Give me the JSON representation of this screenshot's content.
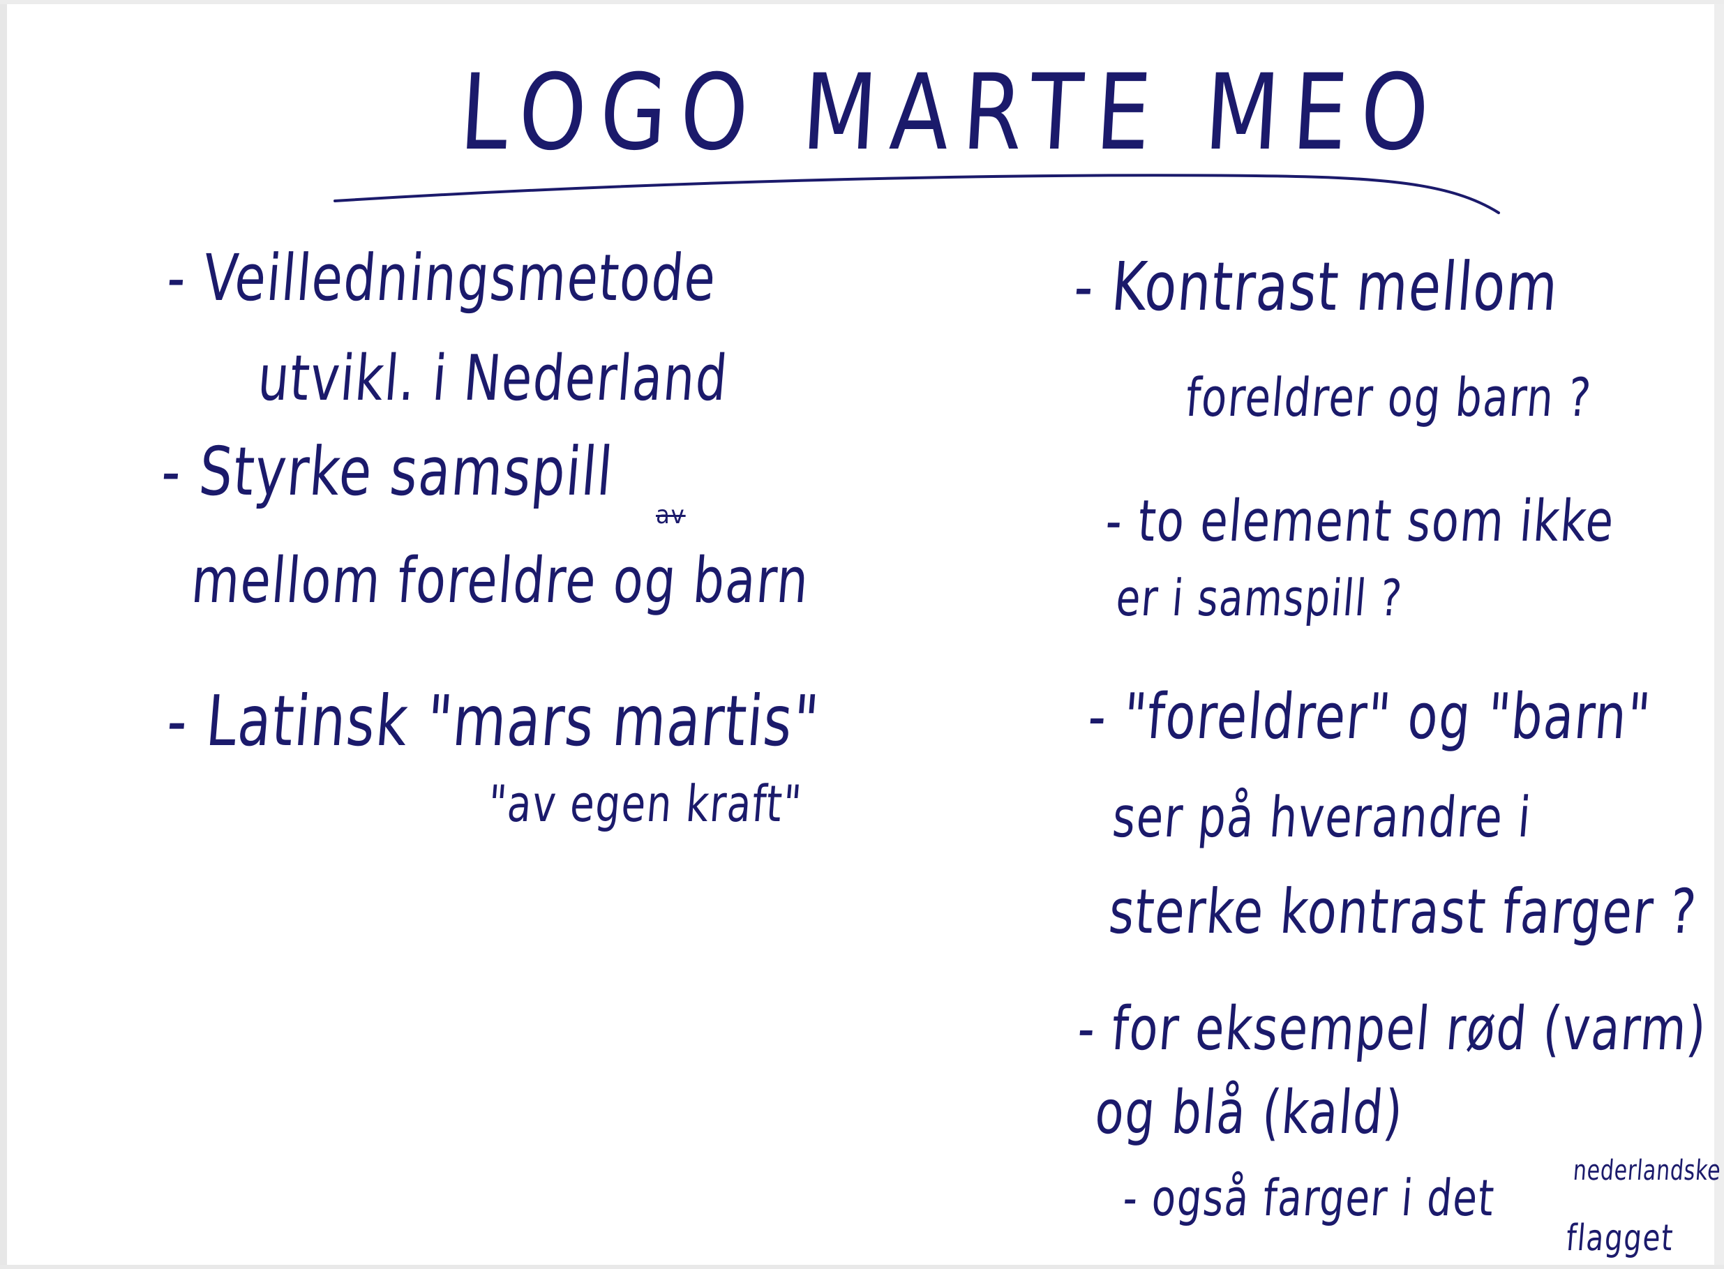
{
  "title": "LOGO MARTE MEO",
  "left_notes": {
    "item1_line1": "- Veilledningsmetode",
    "item1_line2": "utvikl. i Nederland",
    "item2_line1": "- Styrke samspill",
    "item2_struck": "av",
    "item2_line2": "mellom foreldre og barn",
    "item3_line1": "- Latinsk \"mars martis\"",
    "item3_line2": "\"av egen kraft\""
  },
  "right_notes": {
    "item1_line1": "- Kontrast mellom",
    "item1_line2": "foreldrer og barn ?",
    "item2_line1": "- to element som ikke",
    "item2_line2": "er i samspill ?",
    "item3_line1": "- \"foreldrer\" og \"barn\"",
    "item3_line2": "ser på hverandre i",
    "item3_line3": "sterke kontrast farger ?",
    "item4_line1": "- for eksempel rød (varm)",
    "item4_line2": "og blå (kald)",
    "item5_line1": "- også farger i det",
    "item5_note1": "nederlandske",
    "item5_note2": "flagget"
  },
  "colors": {
    "ink": "#1b1a6b",
    "paper": "#ffffff"
  }
}
